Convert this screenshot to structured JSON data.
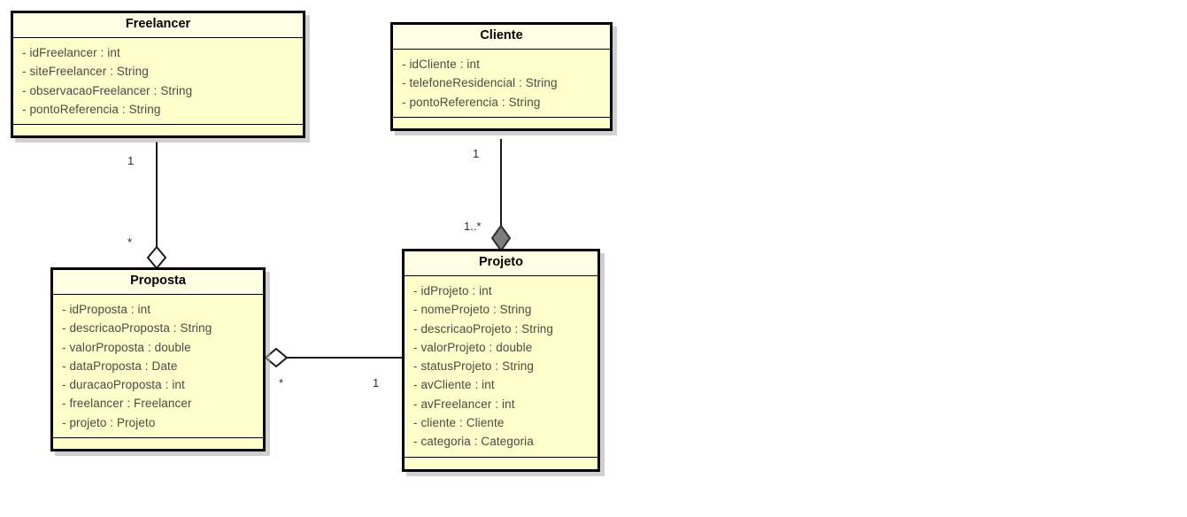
{
  "diagram": {
    "type": "uml-class-diagram",
    "background_color": "#ffffff",
    "class_fill_color": "#ffffcc",
    "class_border_color": "#000000",
    "attribute_text_color": "#4a4a42",
    "classes": [
      {
        "id": "freelancer",
        "name": "Freelancer",
        "attributes": [
          "- idFreelancer : int",
          "- siteFreelancer : String",
          "- observacaoFreelancer : String",
          "- pontoReferencia : String"
        ],
        "methods": []
      },
      {
        "id": "cliente",
        "name": "Cliente",
        "attributes": [
          "- idCliente : int",
          "- telefoneResidencial : String",
          "- pontoReferencia : String"
        ],
        "methods": []
      },
      {
        "id": "proposta",
        "name": "Proposta",
        "attributes": [
          "- idProposta : int",
          "- descricaoProposta : String",
          "- valorProposta : double",
          "- dataProposta : Date",
          "- duracaoProposta : int",
          "- freelancer : Freelancer",
          "- projeto : Projeto"
        ],
        "methods": []
      },
      {
        "id": "projeto",
        "name": "Projeto",
        "attributes": [
          "- idProjeto : int",
          "- nomeProjeto : String",
          "- descricaoProjeto : String",
          "- valorProjeto : double",
          "- statusProjeto : String",
          "- avCliente : int",
          "- avFreelancer : int",
          "- cliente : Cliente",
          "- categoria : Categoria"
        ],
        "methods": []
      }
    ],
    "associations": [
      {
        "id": "freelancer-proposta",
        "from": "Freelancer",
        "to": "Proposta",
        "marker": "aggregation-hollow-diamond",
        "marker_color": "#ffffff",
        "source_multiplicity": "1",
        "target_multiplicity": "*"
      },
      {
        "id": "cliente-projeto",
        "from": "Cliente",
        "to": "Projeto",
        "marker": "composition-filled-diamond",
        "marker_color": "#808080",
        "source_multiplicity": "1",
        "target_multiplicity": "1..*"
      },
      {
        "id": "proposta-projeto",
        "from": "Projeto",
        "to": "Proposta",
        "marker": "aggregation-hollow-diamond",
        "marker_color": "#ffffff",
        "source_multiplicity": "*",
        "target_multiplicity": "1"
      }
    ]
  }
}
